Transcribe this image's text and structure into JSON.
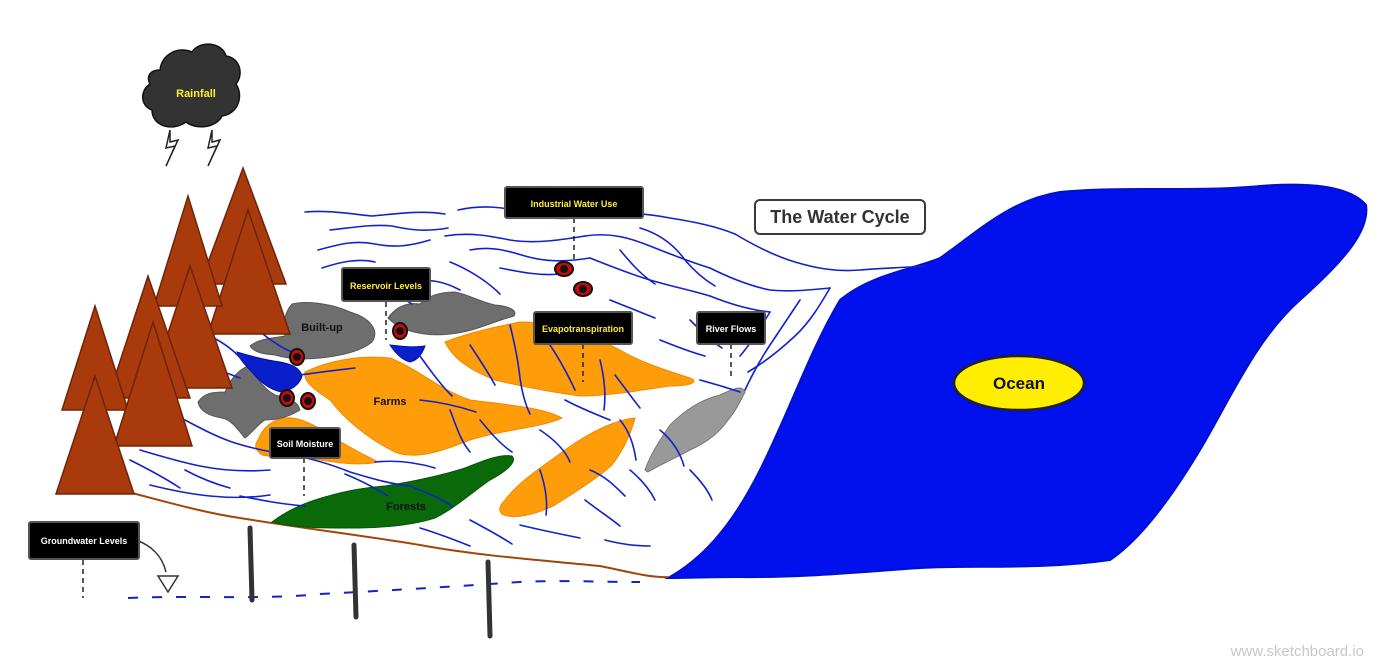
{
  "title": "The Water Cycle",
  "labels": {
    "rainfall": "Rainfall",
    "industrial_water_use": "Industrial Water Use",
    "reservoir_levels": "Reservoir Levels",
    "evapotranspiration": "Evapotranspiration",
    "river_flows": "River Flows",
    "soil_moisture": "Soil Moisture",
    "groundwater_levels": "Groundwater Levels"
  },
  "regions": {
    "built_up": "Built-up",
    "farms": "Farms",
    "forests": "Forests",
    "ocean": "Ocean"
  },
  "watermark": "www.sketchboard.io",
  "colors": {
    "ocean": "#0011ee",
    "river": "#1122cc",
    "farm": "#ff9c0a",
    "forest": "#0a6a0a",
    "built_up": "#6e6e6e",
    "tree": "#a93a0c",
    "label_bg": "#000000",
    "label_text_yellow": "#ffee33",
    "label_text_white": "#ffffff",
    "cloud": "#333333",
    "ground_line": "#a0460a"
  }
}
